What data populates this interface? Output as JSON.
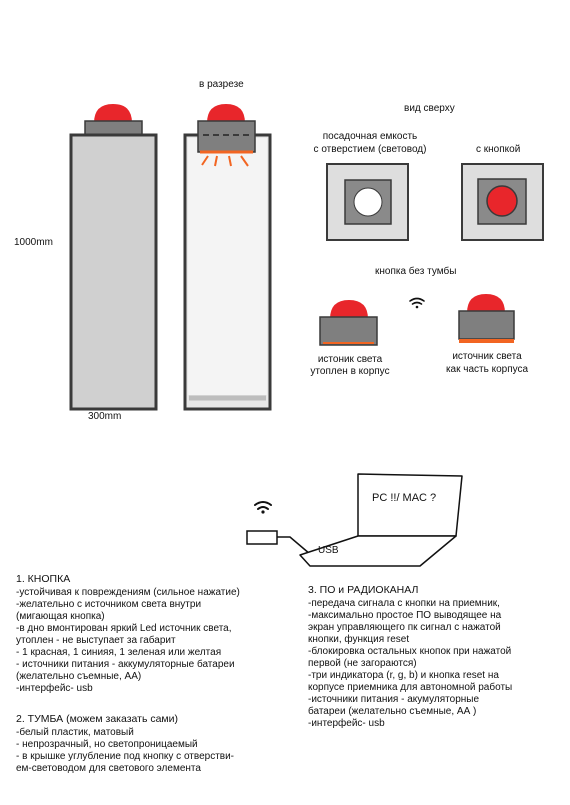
{
  "labels": {
    "section_cut": "в разрезе",
    "top_view": "вид сверху",
    "receptacle_line1": "посадочная емкость",
    "receptacle_line2": "с отверстием (световод)",
    "with_button": "с кнопкой",
    "button_no_stand": "кнопка без тумбы",
    "light_recessed_line1": "истоник света",
    "light_recessed_line2": "утоплен в корпус",
    "light_part_line1": "источник света",
    "light_part_line2": "как часть корпуса",
    "height": "1000mm",
    "width": "300mm",
    "usb": "USB",
    "computer": "PC !!/ MAC ?"
  },
  "colors": {
    "button_red": "#e8262b",
    "base_gray": "#7f7f7f",
    "body_gray": "#cfcfcf",
    "light_orange": "#f26522",
    "outline": "#3a3a3a",
    "panel_gray": "#dedede"
  },
  "icons": [
    "wifi-icon",
    "wifi-icon",
    "usb-dongle-icon",
    "laptop-icon"
  ],
  "section1": {
    "title": "1. КНОПКА",
    "items": [
      "-устойчивая к повреждениям (сильное нажатие)",
      "-желательно с источником света внутри",
      " (мигающая кнопка)",
      "-в дно вмонтирован яркий  Led источник света,",
      "  утоплен - не выступает за габарит",
      "- 1 красная, 1 синияя, 1 зеленая или желтая",
      "- источники питания  - аккумуляторные батареи",
      "(желательно съемные,  АА)",
      "-интерфейс- usb"
    ]
  },
  "section2": {
    "title": "2. ТУМБА (можем заказать сами)",
    "items": [
      " -белый пластик,  матовый",
      " - непрозрачный, но светопроницаемый",
      " - в крышке углубление под кнопку с отверстви-",
      "ем-световодом для светового элемента"
    ]
  },
  "section3": {
    "title": "3. ПО и РАДИОКАНАЛ",
    "items": [
      "-передача сигнала с кнопки на  приемник,",
      "-максимально простое ПО выводящее на",
      "экран управляющего пк сигнал с нажатой",
      "кнопки, функция reset",
      "-блокировка остальных кнопок при нажатой",
      "первой  (не загораются)",
      "-три индикатора (r, g, b) и кнопка reset на",
      "корпусе приемника для автономной работы",
      "-источники питания -  акумуляторные",
      "батареи (желательно съемные, АА )",
      "-интерфейс- usb"
    ]
  }
}
